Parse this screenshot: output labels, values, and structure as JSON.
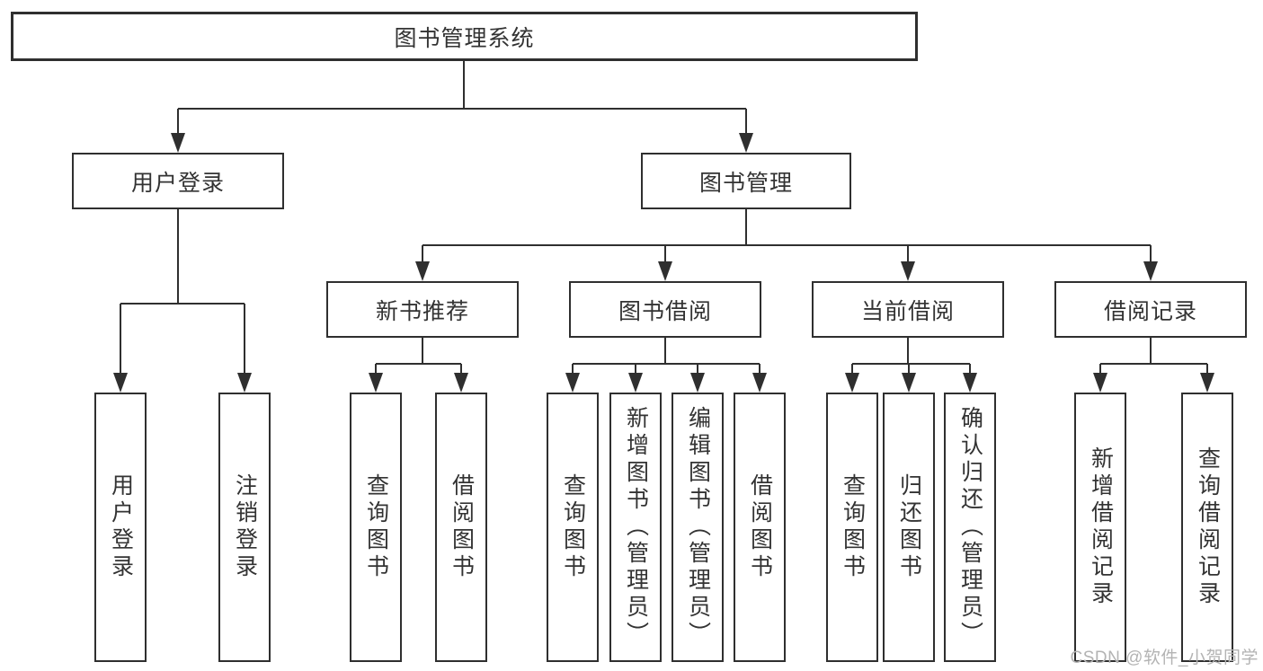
{
  "diagram": {
    "root": {
      "label": "图书管理系统"
    },
    "branches": [
      {
        "label": "用户登录",
        "children": [
          {
            "label": "用户登录"
          },
          {
            "label": "注销登录"
          }
        ]
      },
      {
        "label": "图书管理",
        "children": [
          {
            "label": "新书推荐",
            "children": [
              {
                "label": "查询图书"
              },
              {
                "label": "借阅图书"
              }
            ]
          },
          {
            "label": "图书借阅",
            "children": [
              {
                "label": "查询图书"
              },
              {
                "label": "新增图书（管理员）"
              },
              {
                "label": "编辑图书（管理员）"
              },
              {
                "label": "借阅图书"
              }
            ]
          },
          {
            "label": "当前借阅",
            "children": [
              {
                "label": "查询图书"
              },
              {
                "label": "归还图书"
              },
              {
                "label": "确认归还（管理员）"
              }
            ]
          },
          {
            "label": "借阅记录",
            "children": [
              {
                "label": "新增借阅记录"
              },
              {
                "label": "查询借阅记录"
              }
            ]
          }
        ]
      }
    ]
  },
  "watermark": {
    "text": "CSDN @软件_小贺同学"
  },
  "colors": {
    "background": "#ffffff",
    "line": "#2f2f2f",
    "text": "#333333",
    "watermark": "#b3b3b3"
  }
}
